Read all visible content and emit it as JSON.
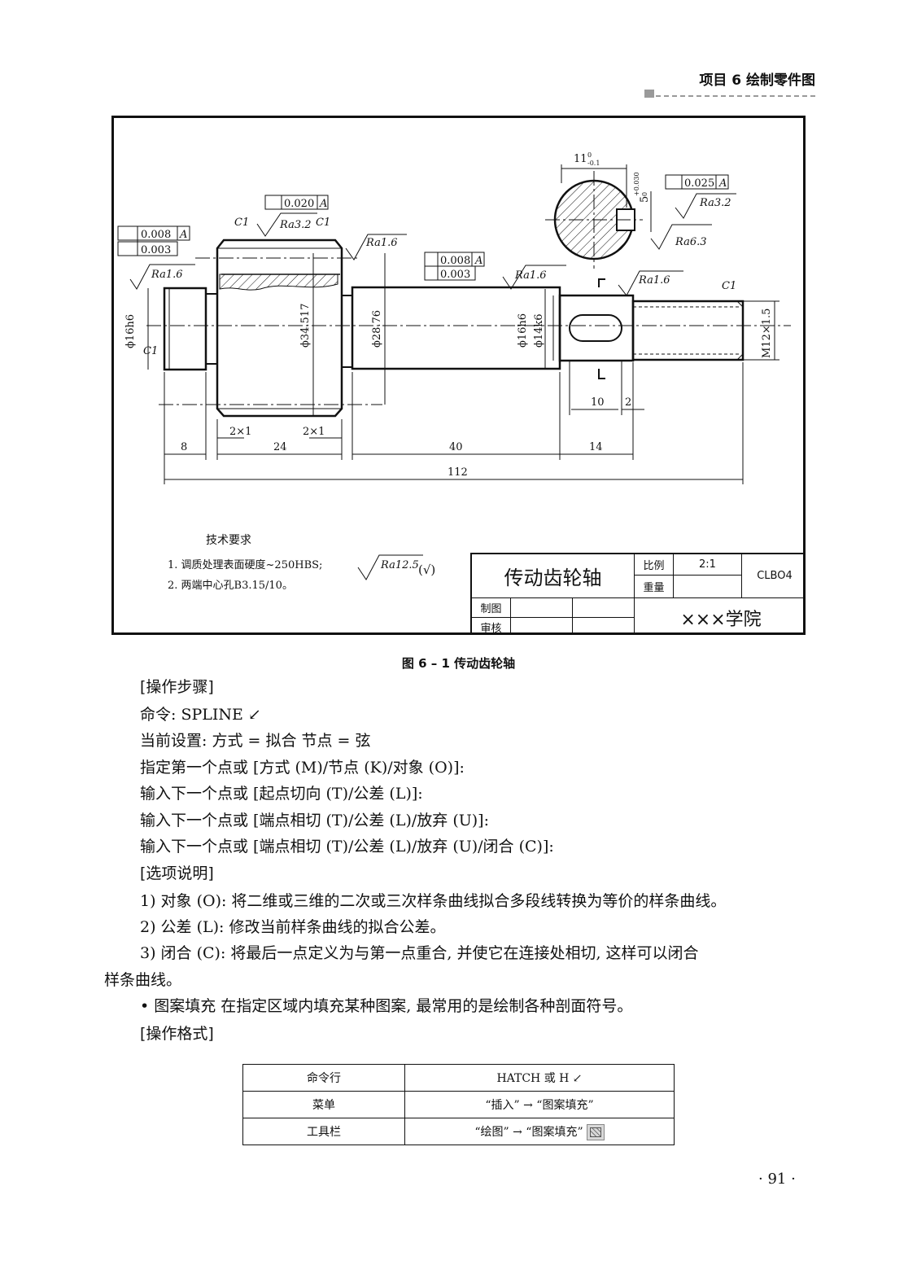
{
  "header": {
    "title": "项目 6 绘制零件图"
  },
  "drawing": {
    "tolerances": {
      "left_runout": "0.008",
      "left_cyl": "0.003",
      "left_datum": "A",
      "top_runout": "0.020",
      "top_datum": "A",
      "mid_runout": "0.008",
      "mid_cyl": "0.003",
      "mid_datum": "A",
      "sym": "0.025",
      "sym_datum": "A"
    },
    "roughness": {
      "ra16_a": "Ra1.6",
      "ra32_top": "Ra3.2",
      "ra16_b": "Ra1.6",
      "ra16_c": "Ra1.6",
      "ra16_d": "Ra1.6",
      "ra32_sec": "Ra3.2",
      "ra63_sec": "Ra6.3"
    },
    "chamfers": {
      "c1_a": "C1",
      "c1_b": "C1",
      "c1_c": "C1",
      "c1_d": "C1"
    },
    "diameters": {
      "d16_left": "ϕ16h6",
      "d34": "ϕ34.517",
      "d28": "ϕ28.76",
      "d16_right": "ϕ16h6",
      "d14": "ϕ14k6",
      "m12": "M12×1.5"
    },
    "dims": {
      "d11": "11",
      "d11_tol_top": "0",
      "d11_tol_bot": "-0.1",
      "d5": "5",
      "d5_tol_top": "+0.030",
      "d5_tol_bot": "0",
      "d8": "8",
      "d24": "24",
      "d40": "40",
      "d14": "14",
      "d112": "112",
      "d10": "10",
      "d2": "2",
      "groove_a": "2×1",
      "groove_b": "2×1"
    },
    "tech": {
      "title": "技术要求",
      "item1": "1. 调质处理表面硬度~250HBS;",
      "item2": "2. 两端中心孔B3.15/10。",
      "roughness_rest": "Ra12.5",
      "roughness_mark": "(√)"
    },
    "title_block": {
      "part_name": "传动齿轮轴",
      "scale_label": "比例",
      "scale_value": "2:1",
      "weight_label": "重量",
      "drawing_code": "CLBO4",
      "drawn_label": "制图",
      "checked_label": "审核",
      "school": "×××学院"
    }
  },
  "figure_caption": "图 6 – 1 传动齿轮轴",
  "body": {
    "head_steps": "[操作步骤]",
    "l1": "命令: SPLINE ↙",
    "l2": "当前设置: 方式 = 拟合 节点 = 弦",
    "l3": "指定第一个点或 [方式 (M)/节点 (K)/对象 (O)]:",
    "l4": "输入下一个点或 [起点切向 (T)/公差 (L)]:",
    "l5": "输入下一个点或 [端点相切 (T)/公差 (L)/放弃 (U)]:",
    "l6": "输入下一个点或 [端点相切 (T)/公差 (L)/放弃 (U)/闭合 (C)]:",
    "head_options": "[选项说明]",
    "o1": "1) 对象 (O): 将二维或三维的二次或三次样条曲线拟合多段线转换为等价的样条曲线。",
    "o2": "2) 公差 (L): 修改当前样条曲线的拟合公差。",
    "o3a": "3) 闭合 (C): 将最后一点定义为与第一点重合, 并使它在连接处相切, 这样可以闭合",
    "o3b": "样条曲线。",
    "bullet": "• 图案填充 在指定区域内填充某种图案, 最常用的是绘制各种剖面符号。",
    "head_format": "[操作格式]"
  },
  "command_table": [
    {
      "label": "命令行",
      "value": "HATCH 或 H ↙"
    },
    {
      "label": "菜单",
      "value": "“插入” → “图案填充”"
    },
    {
      "label": "工具栏",
      "value": "“绘图” → “图案填充”"
    }
  ],
  "toolbar_icon": "hatch-icon",
  "page_number": "· 91 ·"
}
